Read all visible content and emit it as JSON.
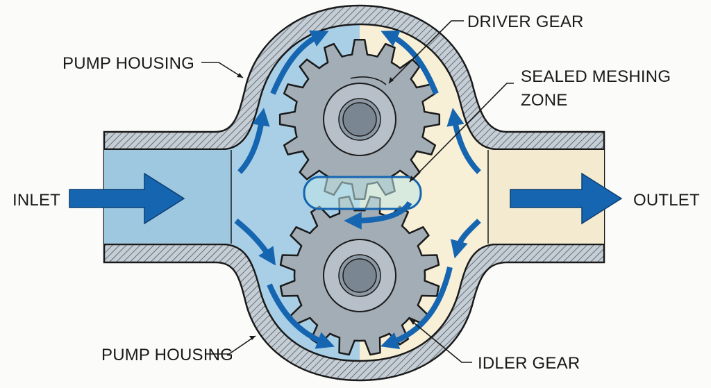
{
  "labels": {
    "pump_housing_top": "PUMP HOUSING",
    "pump_housing_bottom": "PUMP HOUSING",
    "driver_gear": "DRIVER GEAR",
    "sealed_meshing_zone_line1": "SEALED MESHING",
    "sealed_meshing_zone_line2": "ZONE",
    "idler_gear": "IDLER GEAR",
    "inlet": "INLET",
    "outlet": "OUTLET"
  },
  "colors": {
    "inlet_fluid": "#a9cfe6",
    "outlet_fluid": "#f7efd6",
    "flow_arrow": "#1565b0",
    "gear": "#a3adb6",
    "housing": "#c3cbd2"
  },
  "gears": {
    "teeth": 16
  }
}
